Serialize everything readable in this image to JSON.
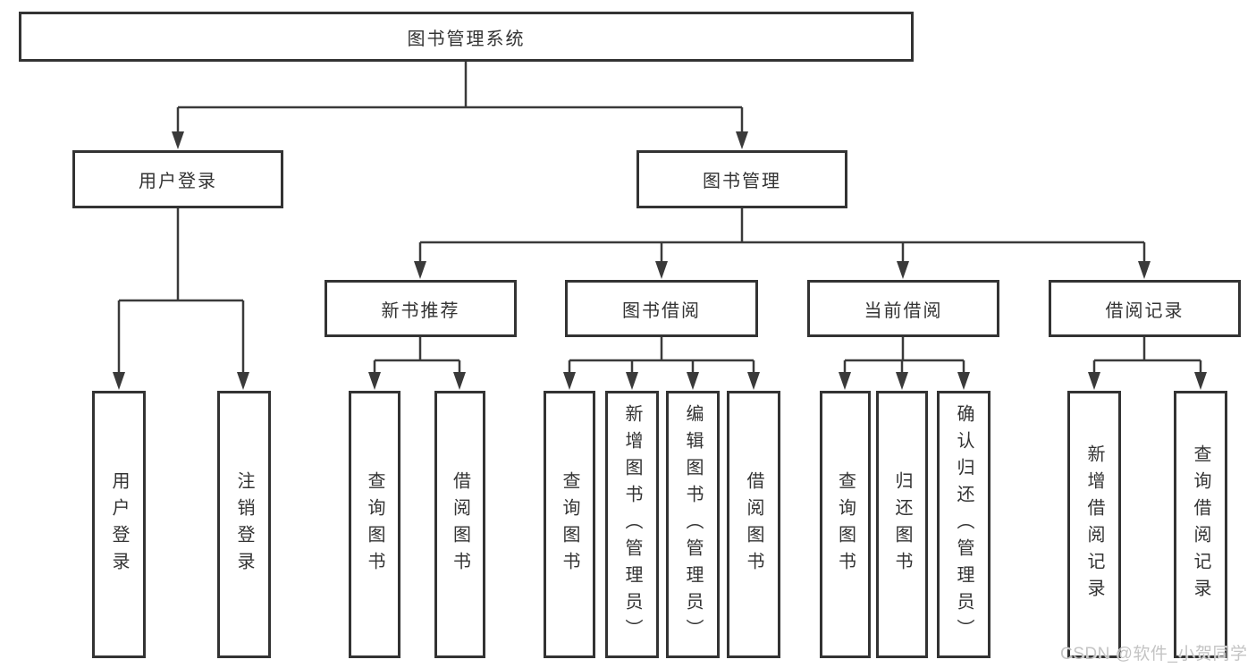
{
  "nodes": {
    "root": "图书管理系统",
    "user_login": "用户登录",
    "book_mgmt": "图书管理",
    "new_book_rec": "新书推荐",
    "book_borrow": "图书借阅",
    "current_borrow": "当前借阅",
    "borrow_record": "借阅记录",
    "ul_login": "用户登录",
    "ul_logout": "注销登录",
    "nb_query": "查询图书",
    "nb_borrow": "借阅图书",
    "bb_query": "查询图书",
    "bb_add": "新增图书（管理员）",
    "bb_edit": "编辑图书（管理员）",
    "bb_borrow": "借阅图书",
    "cb_query": "查询图书",
    "cb_return": "归还图书",
    "cb_confirm": "确认归还（管理员）",
    "br_add": "新增借阅记录",
    "br_query": "查询借阅记录"
  },
  "watermark": "CSDN @软件_小贺同学",
  "colors": {
    "line": "#3a3a3a",
    "text": "#333333",
    "background": "#ffffff",
    "watermark": "#c4c4c4"
  }
}
